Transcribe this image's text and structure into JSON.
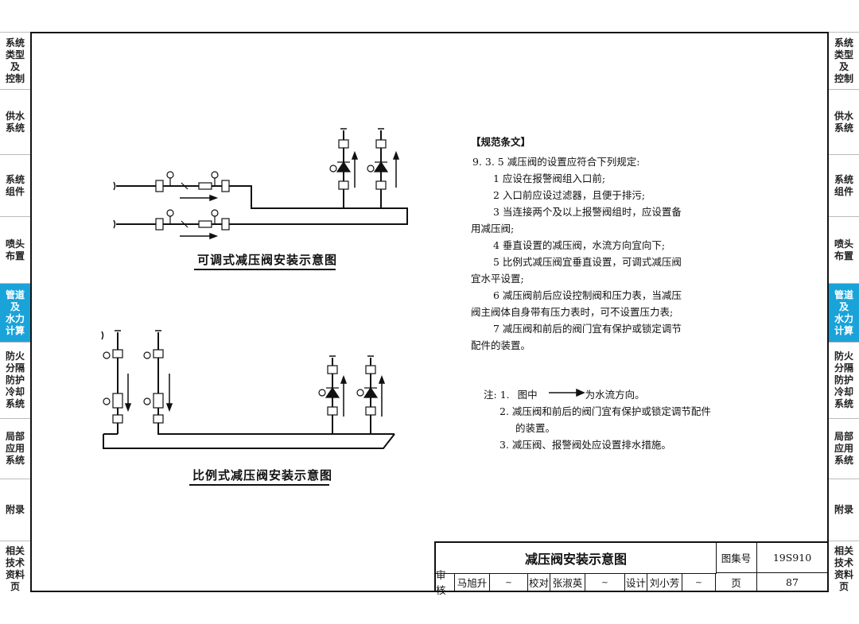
{
  "tabs": {
    "items": [
      {
        "label": "系统\n类型\n及\n控制",
        "active": false
      },
      {
        "label": "供水\n系统",
        "active": false
      },
      {
        "label": "系统\n组件",
        "active": false
      },
      {
        "label": "喷头\n布置",
        "active": false
      },
      {
        "label": "管道\n及\n水力\n计算",
        "active": true
      },
      {
        "label": "防火\n分隔\n防护\n冷却\n系统",
        "active": false
      },
      {
        "label": "局部\n应用\n系统",
        "active": false
      },
      {
        "label": "附录",
        "active": false
      },
      {
        "label": "相关\n技术\n资料\n页",
        "active": false
      }
    ],
    "active_color": "#1aa3d9"
  },
  "diagram": {
    "caption_top": "可调式减压阀安装示意图",
    "caption_bottom": "比例式减压阀安装示意图"
  },
  "spec": {
    "heading": "【规范条文】",
    "clause": "9. 3. 5  减压阀的设置应符合下列规定:",
    "lines": [
      "1 应设在报警阀组入口前;",
      "2 入口前应设过滤器，且便于排污;",
      "3 当连接两个及以上报警阀组时，应设置备",
      "用减压阀;",
      "4 垂直设置的减压阀，水流方向宜向下;",
      "5 比例式减压阀宜垂直设置，可调式减压阀",
      "宜水平设置;",
      "6 减压阀前后应设控制阀和压力表，当减压",
      "阀主阀体自身带有压力表时，可不设置压力表;",
      "7 减压阀和前后的阀门宜有保护或锁定调节",
      "配件的装置。"
    ]
  },
  "notes": {
    "prefix": "注:",
    "items": [
      {
        "num": "1.",
        "before": "图中",
        "after": "为水流方向。"
      },
      {
        "num": "2.",
        "text": "减压阀和前后的阀门宜有保护或锁定调节配件"
      },
      {
        "num": "",
        "text": "的装置。"
      },
      {
        "num": "3.",
        "text": "减压阀、报警阀处应设置排水措施。"
      }
    ]
  },
  "title_block": {
    "title": "减压阀安装示意图",
    "atlas_label": "图集号",
    "atlas_no": "19S910",
    "review_label": "审核",
    "reviewer": "马旭升",
    "check_label": "校对",
    "checker": "张淑英",
    "design_label": "设计",
    "designer": "刘小芳",
    "page_label": "页",
    "page_no": "87"
  }
}
